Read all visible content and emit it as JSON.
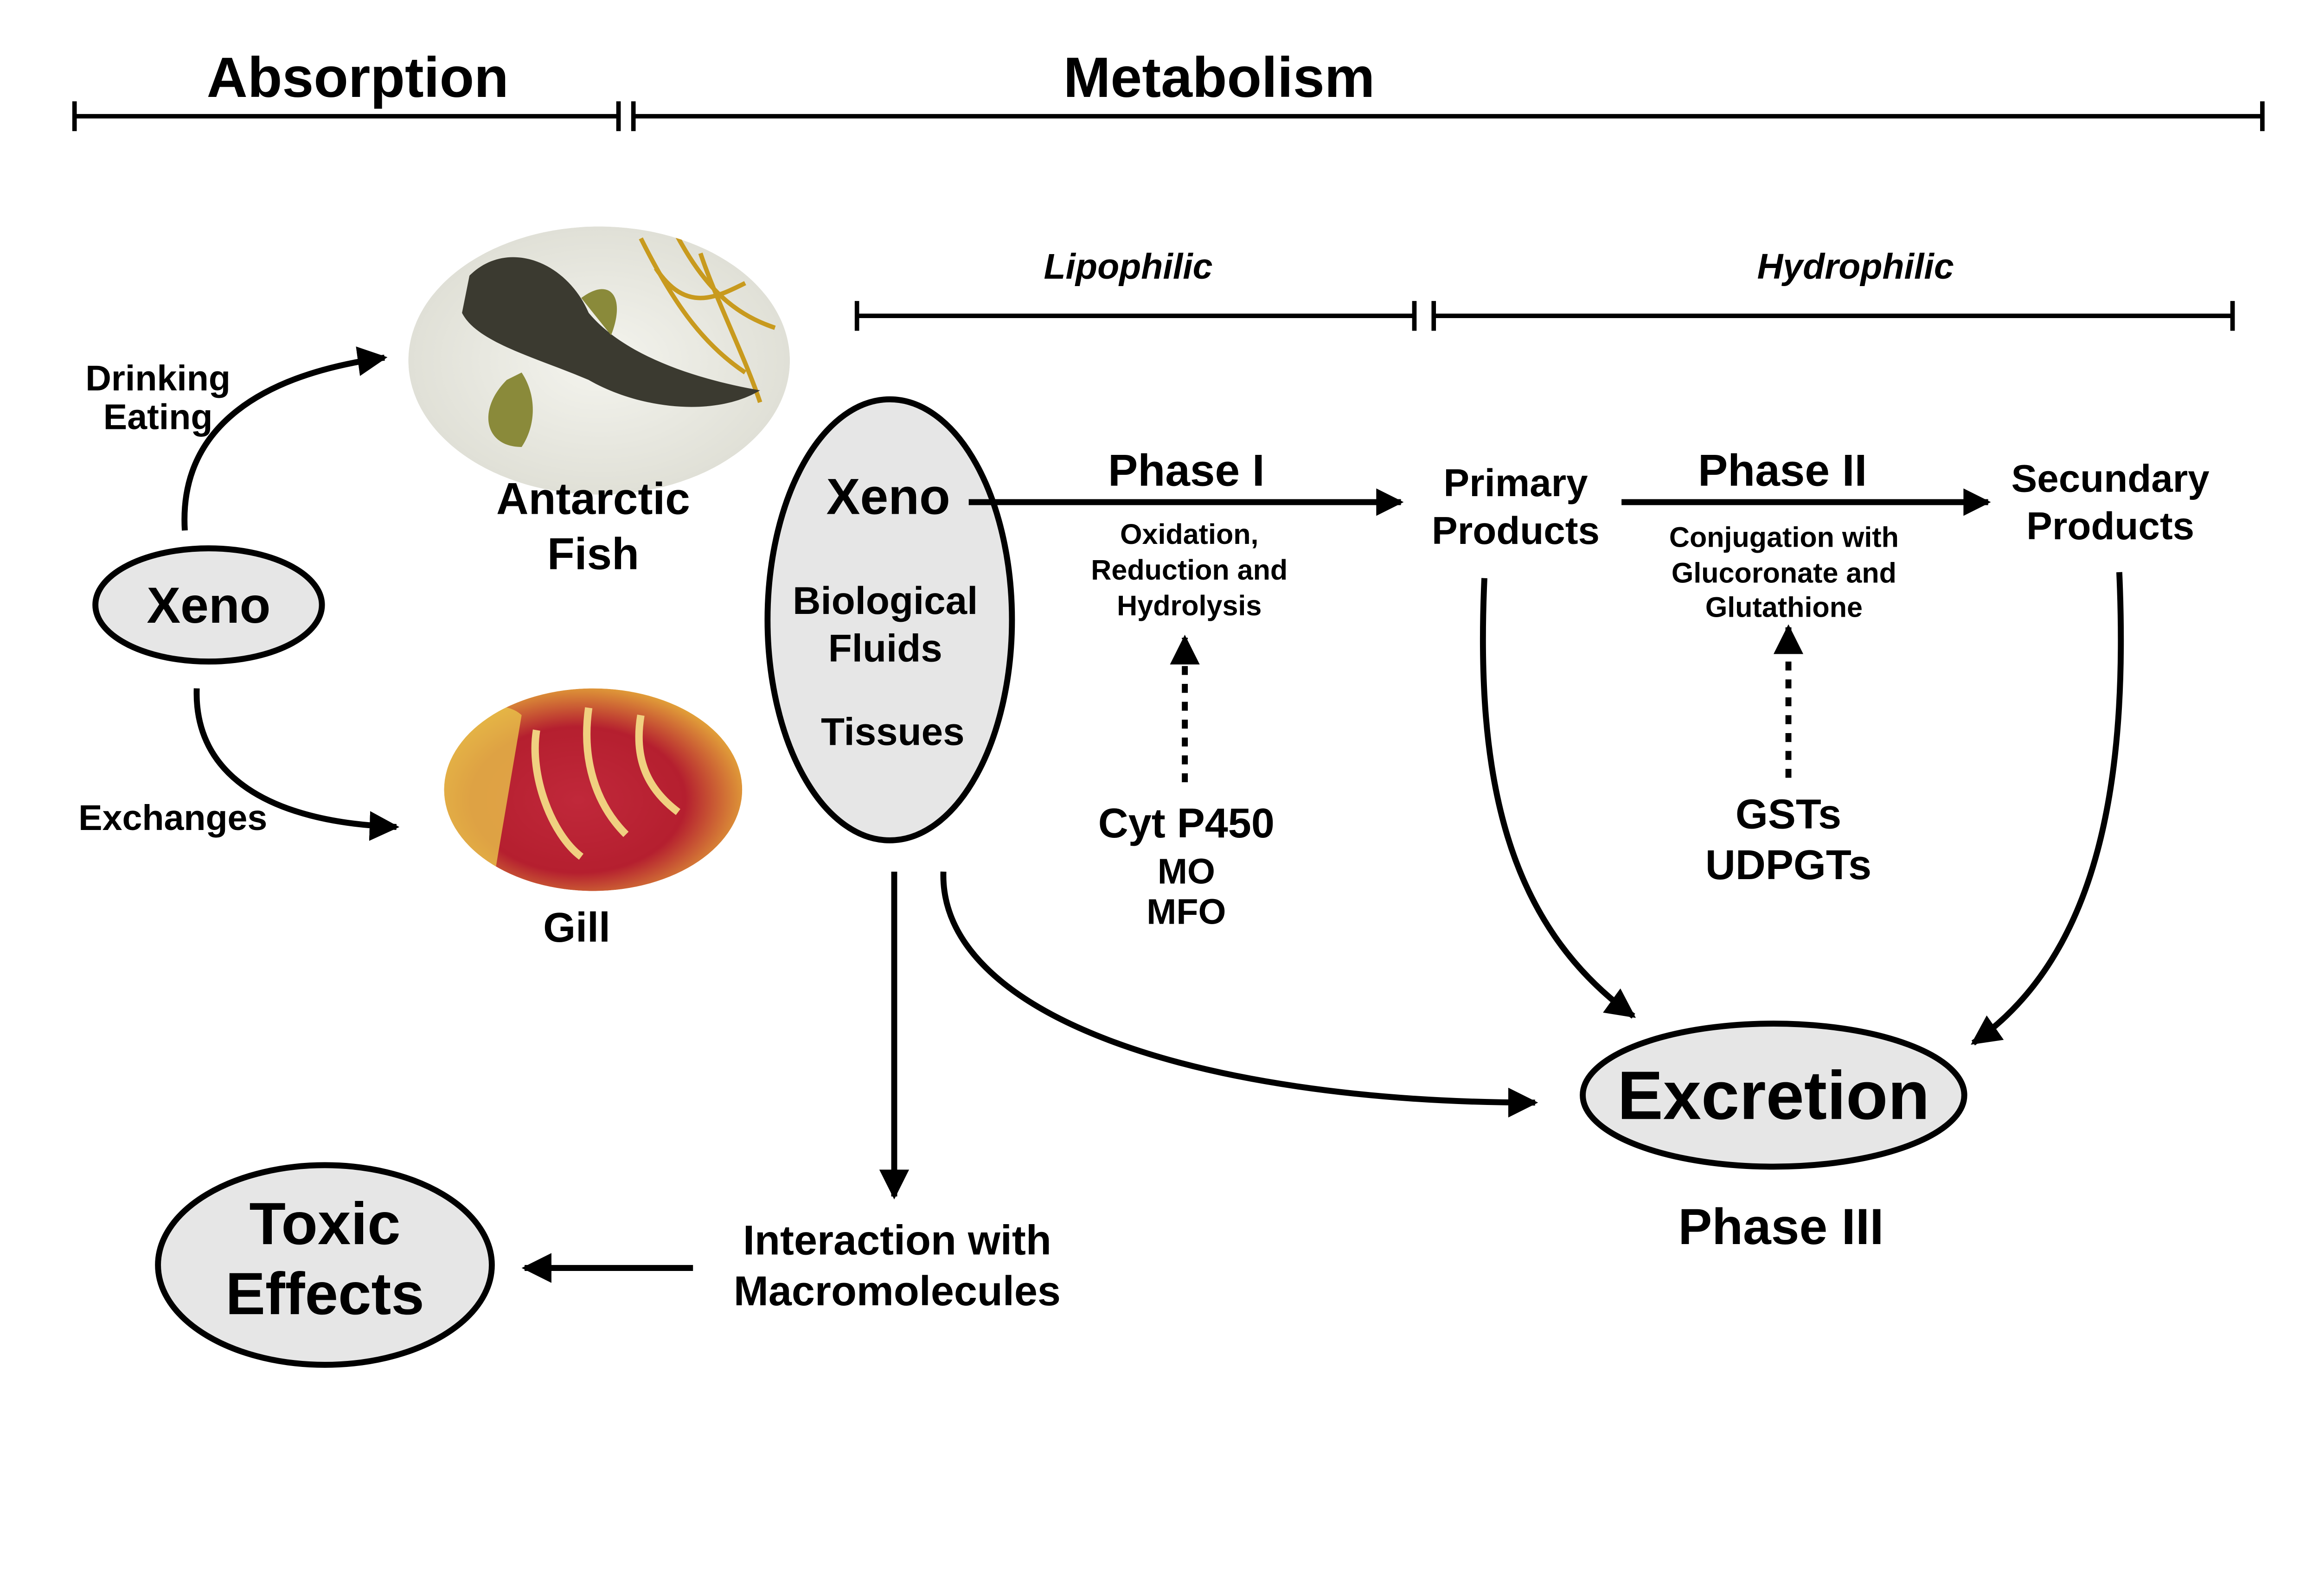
{
  "sections": {
    "absorption": "Absorption",
    "metabolism": "Metabolism"
  },
  "subsections": {
    "lipophilic": "Lipophilic",
    "hydrophilic": "Hydrophilic"
  },
  "absorption": {
    "xeno": "Xeno",
    "route_top": [
      "Drinking",
      "Eating"
    ],
    "route_bottom": "Exchanges",
    "fish_label": [
      "Antarctic",
      "Fish"
    ],
    "gill_label": "Gill"
  },
  "body": {
    "xeno": "Xeno",
    "fluids": [
      "Biological",
      "Fluids"
    ],
    "tissues": "Tissues"
  },
  "phase1": {
    "title": "Phase I",
    "desc": [
      "Oxidation,",
      "Reduction and",
      "Hydrolysis"
    ],
    "enzymes": [
      "Cyt P450",
      "MO",
      "MFO"
    ]
  },
  "primary": [
    "Primary",
    "Products"
  ],
  "phase2": {
    "title": "Phase II",
    "desc": [
      "Conjugation with",
      "Glucoronate and",
      "Glutathione"
    ],
    "enzymes": [
      "GSTs",
      "UDPGTs"
    ]
  },
  "secondary": [
    "Secundary",
    "Products"
  ],
  "excretion": {
    "label": "Excretion",
    "phase": "Phase III"
  },
  "interaction": [
    "Interaction with",
    "Macromolecules"
  ],
  "toxic": [
    "Toxic",
    "Effects"
  ],
  "colors": {
    "node_fill": "#e6e6e6",
    "line": "#000000"
  }
}
